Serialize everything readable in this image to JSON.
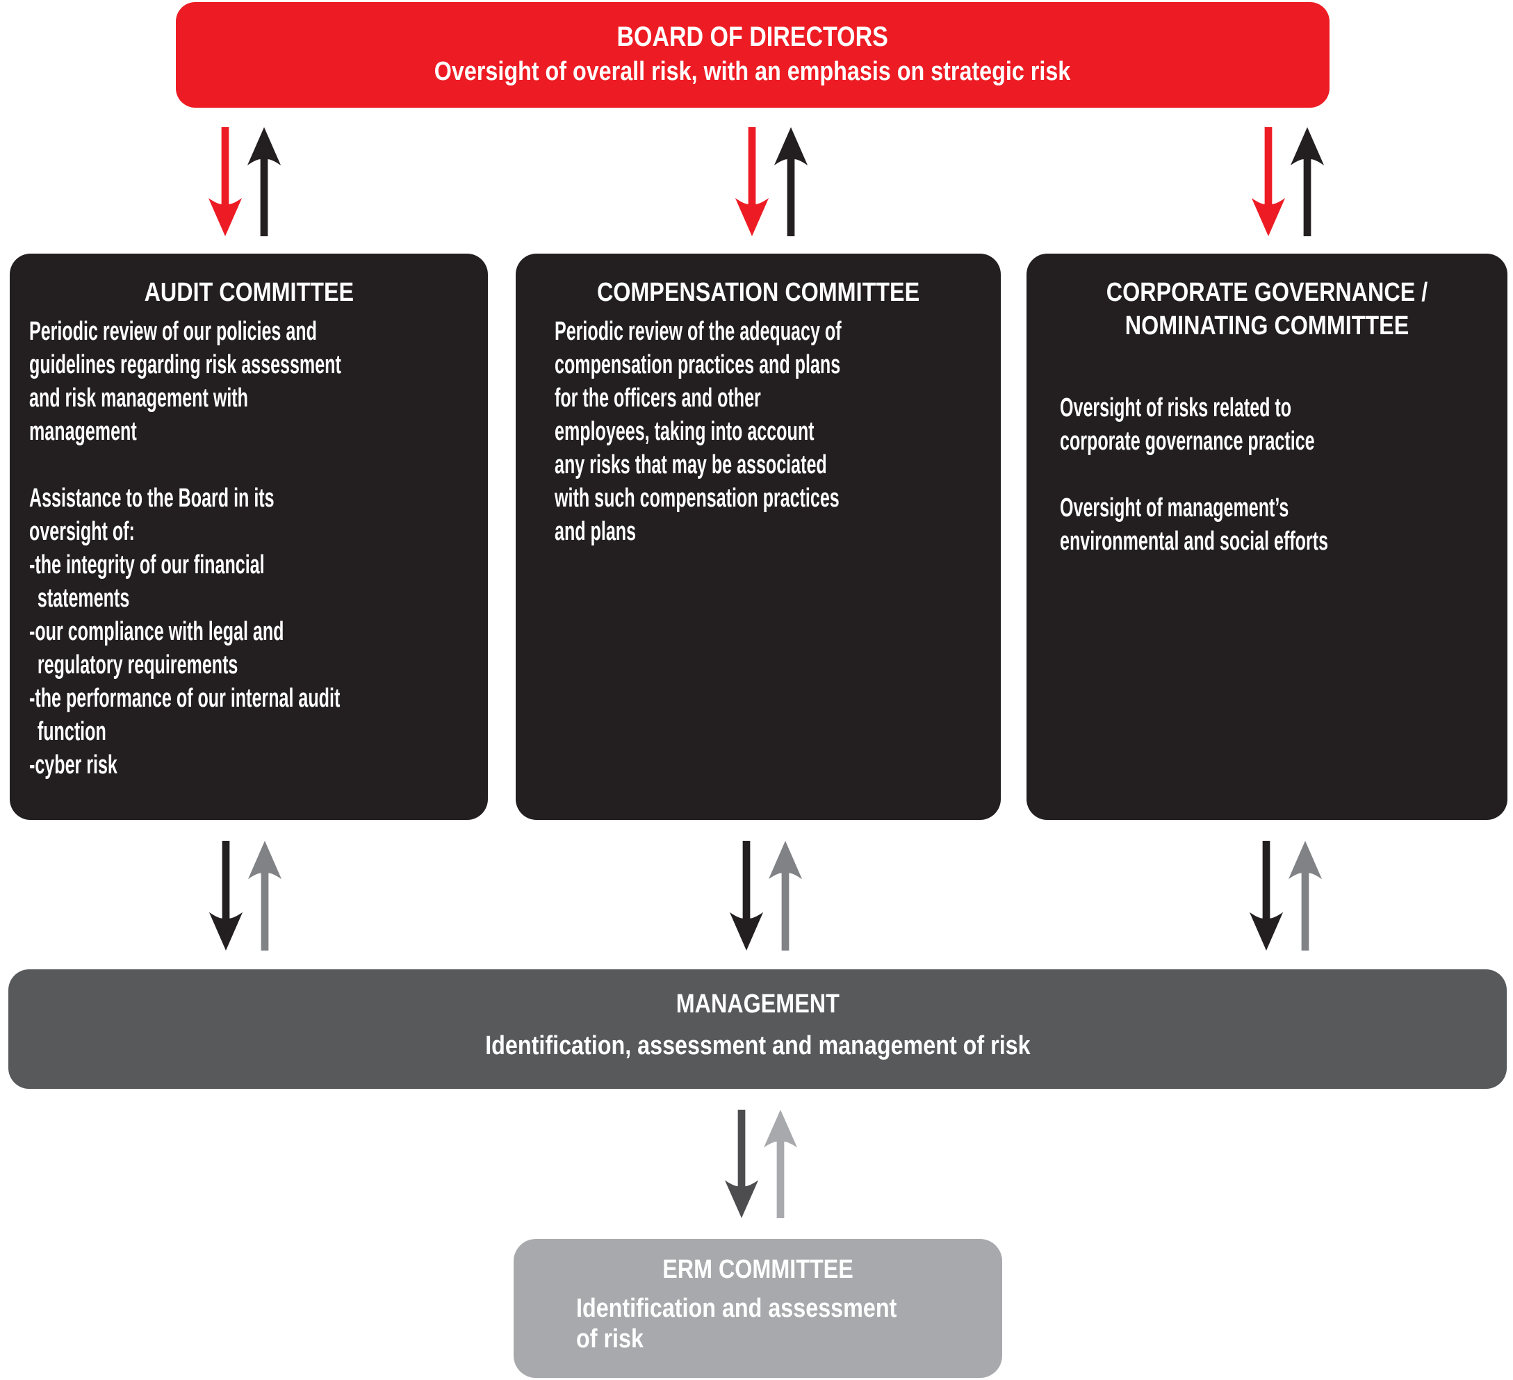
{
  "colors": {
    "red": "#ED1C24",
    "box_black": "#231F20",
    "arrow_black": "#231F20",
    "arrow_mid_gray": "#808285",
    "arrow_dark_gray": "#4D4D4F",
    "management_gray": "#58595B",
    "erm_gray": "#A7A9AC",
    "text_white": "#FFFFFF"
  },
  "board": {
    "title": "BOARD OF DIRECTORS",
    "subtitle": "Oversight of overall risk, with an emphasis on strategic risk"
  },
  "committees": [
    {
      "title": "AUDIT COMMITTEE",
      "blocks": [
        {
          "type": "p",
          "text": "Periodic review of our policies and\nguidelines regarding risk assessment\nand risk management with\nmanagement"
        },
        {
          "type": "p",
          "text": "Assistance to the Board in its\noversight of:"
        },
        {
          "type": "bullets",
          "items": [
            "-the integrity of our financial\nstatements",
            "-our compliance with legal and\nregulatory requirements",
            "-the performance of our internal audit\nfunction",
            "-cyber risk"
          ]
        }
      ]
    },
    {
      "title": "COMPENSATION COMMITTEE",
      "blocks": [
        {
          "type": "p",
          "text": "Periodic review of the adequacy of\ncompensation practices and plans\nfor the officers and other\nemployees, taking into account\nany risks that may be associated\nwith such compensation practices\nand plans"
        }
      ]
    },
    {
      "title": "CORPORATE GOVERNANCE /\nNOMINATING COMMITTEE",
      "blocks": [
        {
          "type": "p",
          "text": "Oversight of risks related to\ncorporate governance practice"
        },
        {
          "type": "p",
          "text": "Oversight of management’s\nenvironmental and social efforts"
        }
      ]
    }
  ],
  "management": {
    "title": "MANAGEMENT",
    "subtitle": "Identification, assessment and management of risk"
  },
  "erm": {
    "title": "ERM COMMITTEE",
    "body": "Identification and assessment\nof risk"
  }
}
